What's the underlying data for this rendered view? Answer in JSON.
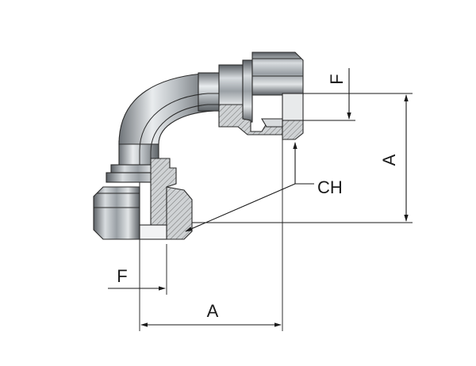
{
  "labels": {
    "dim_a_horizontal": "A",
    "dim_a_vertical": "A",
    "dim_f_bottom": "F",
    "dim_f_top": "F",
    "chamfer": "CH"
  }
}
